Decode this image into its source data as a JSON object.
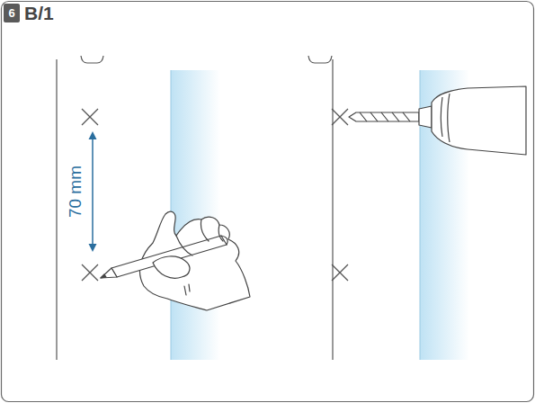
{
  "diagram": {
    "title": "B/1",
    "nodes": [
      {
        "text": [
          "6"
        ]
      }
    ],
    "labels": [
      "70 mm"
    ]
  }
}
